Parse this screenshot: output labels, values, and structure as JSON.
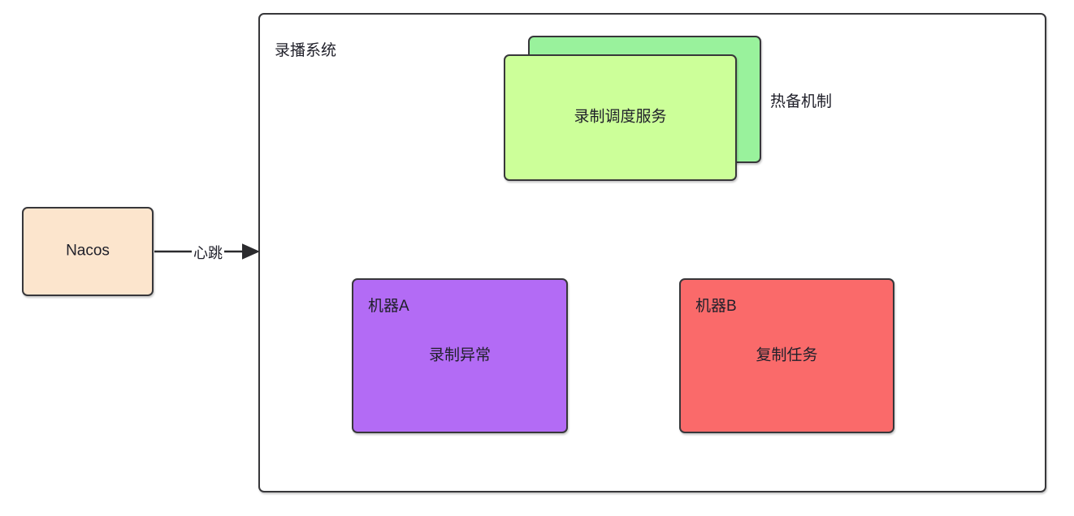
{
  "diagram": {
    "title_text": "录播系统",
    "background": "#ffffff",
    "stroke_color": "#37373a"
  },
  "nodes": {
    "nacos": {
      "label": "Nacos",
      "fill": "#fce5cd"
    },
    "system_container": {
      "label": "录播系统",
      "fill": "#ffffff"
    },
    "scheduler_backup": {
      "label": "",
      "fill": "#99f29c"
    },
    "scheduler": {
      "label": "录制调度服务",
      "fill": "#ccff99"
    },
    "machine_a": {
      "corner_label": "机器A",
      "center_label": "录制异常",
      "fill": "#b36bf5"
    },
    "machine_b": {
      "corner_label": "机器B",
      "center_label": "复制任务",
      "fill": "#fa6a6a"
    }
  },
  "annotations": {
    "hot_standby": "热备机制",
    "heartbeat": "心跳"
  },
  "edges": [
    {
      "id": "nacos-to-system",
      "label": "心跳",
      "style": "solid",
      "arrowhead": "filled-triangle"
    },
    {
      "id": "scheduler-to-machine-a",
      "label": "",
      "style": "solid",
      "arrowhead": "filled-triangle"
    },
    {
      "id": "scheduler-to-machine-b",
      "label": "",
      "style": "solid",
      "arrowhead": "filled-triangle"
    },
    {
      "id": "machine-a-to-machine-b",
      "label": "",
      "style": "dotted",
      "arrowhead": "filled-triangle"
    }
  ]
}
